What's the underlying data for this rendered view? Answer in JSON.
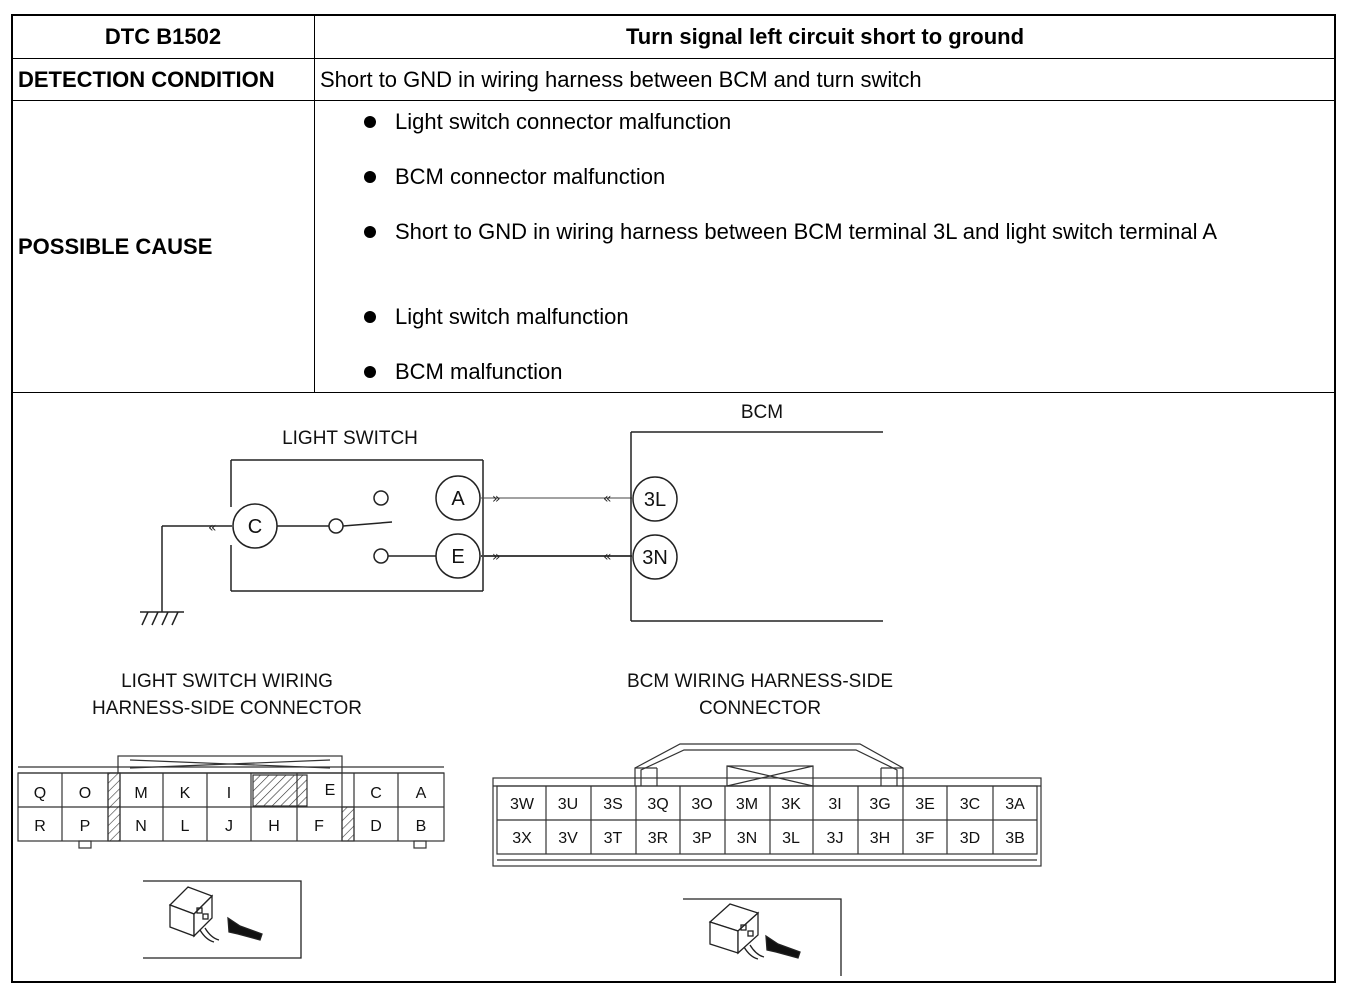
{
  "table": {
    "header_left": "DTC B1502",
    "header_right": "Turn signal left circuit short to ground",
    "detection_label": "DETECTION CONDITION",
    "detection_value": "Short to GND in wiring harness between BCM and turn switch",
    "cause_label": "POSSIBLE CAUSE",
    "causes": [
      "Light switch connector malfunction",
      "BCM connector malfunction",
      "Short to GND in wiring harness between BCM terminal 3L and light switch terminal A",
      "Light switch malfunction",
      "BCM malfunction"
    ]
  },
  "diagram": {
    "light_switch_title": "LIGHT SWITCH",
    "bcm_title": "BCM",
    "switch_terminals": [
      "C",
      "A",
      "E"
    ],
    "bcm_terminals": [
      "3L",
      "3N"
    ],
    "light_switch_connector_title_1": "LIGHT SWITCH WIRING",
    "light_switch_connector_title_2": "HARNESS-SIDE CONNECTOR",
    "bcm_connector_title_1": "BCM WIRING HARNESS-SIDE",
    "bcm_connector_title_2": "CONNECTOR",
    "light_switch_pins_top": [
      "Q",
      "O",
      "M",
      "K",
      "I",
      "",
      "E",
      "C",
      "A"
    ],
    "light_switch_pins_bottom": [
      "R",
      "P",
      "N",
      "L",
      "J",
      "H",
      "F",
      "D",
      "B"
    ],
    "bcm_pins_top": [
      "3W",
      "3U",
      "3S",
      "3Q",
      "3O",
      "3M",
      "3K",
      "3I",
      "3G",
      "3E",
      "3C",
      "3A"
    ],
    "bcm_pins_bottom": [
      "3X",
      "3V",
      "3T",
      "3R",
      "3P",
      "3N",
      "3L",
      "3J",
      "3H",
      "3F",
      "3D",
      "3B"
    ]
  }
}
